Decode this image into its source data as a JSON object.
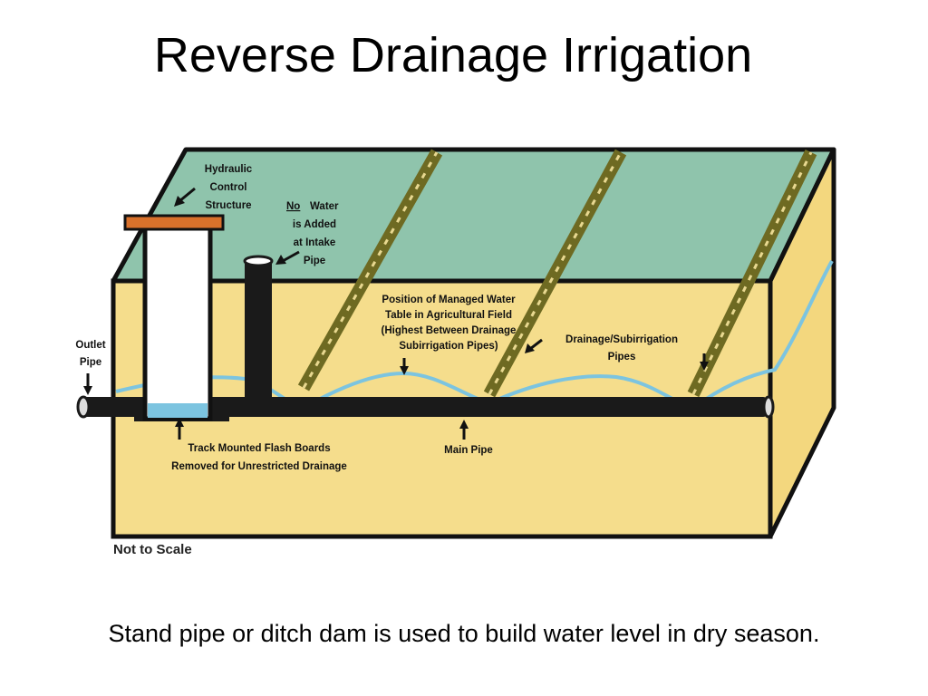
{
  "slide": {
    "title": "Reverse Drainage Irrigation",
    "caption": "Stand pipe or ditch dam is used to build water level in dry season."
  },
  "diagram": {
    "labels": {
      "hydraulic_control": [
        "Hydraulic",
        "Control",
        "Structure"
      ],
      "no_water": [
        "No",
        "Water",
        "is Added",
        "at Intake",
        "Pipe"
      ],
      "outlet_pipe": [
        "Outlet",
        "Pipe"
      ],
      "water_table": [
        "Position of Managed Water",
        "Table in Agricultural Field",
        "(Highest Between Drainage",
        "Subirrigation Pipes)"
      ],
      "drainage_pipes": [
        "Drainage/Subirrigation",
        "Pipes"
      ],
      "flash_boards": [
        "Track Mounted Flash Boards",
        "Removed for Unrestricted Drainage"
      ],
      "main_pipe": "Main Pipe",
      "scale_note": "Not to Scale"
    },
    "colors": {
      "field_top": "#8fc4ac",
      "soil": "#f5dd8c",
      "soil_side": "#f3d77e",
      "water_line": "#7cc4e0",
      "pipe": "#1a1a1a",
      "cap": "#d9712b",
      "drain_pipe": "#6e6a22"
    }
  }
}
